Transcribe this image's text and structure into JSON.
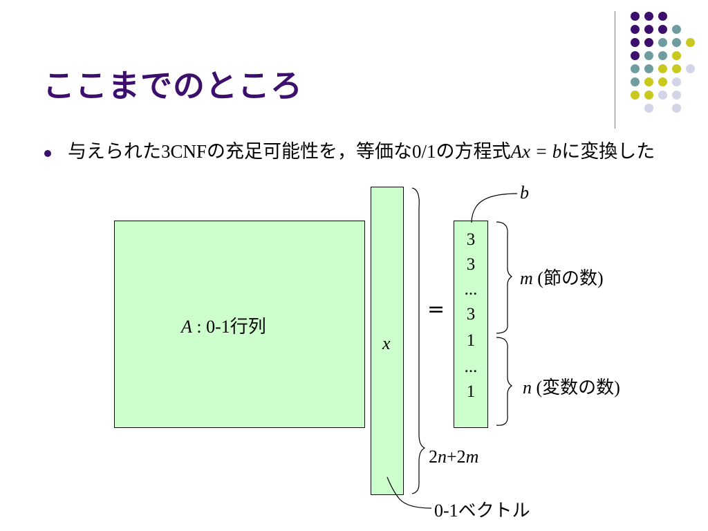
{
  "slide": {
    "title": "ここまでのところ",
    "bullet_prefix": "与えられた",
    "bullet_3cnf": "3CNF",
    "bullet_mid": "の充足可能性を，等価な",
    "bullet_01": "0/1",
    "bullet_eq_pre": "の方程式",
    "bullet_eq": "Ax = b",
    "bullet_suffix": "に変換した"
  },
  "diagram": {
    "matrix_var": "A",
    "matrix_rest": " : 0-1",
    "matrix_jp": "行列",
    "x_label": "x",
    "equals": "=",
    "b_label": "b",
    "b_values": [
      "3",
      "3",
      "...",
      "3",
      "1",
      "...",
      "1"
    ],
    "m_var": "m",
    "m_open": " (",
    "m_jp": "節の数",
    "m_close": ")",
    "n_var": "n",
    "n_open": " (",
    "n_jp": "変数の数",
    "n_close": ")",
    "size_2": "2",
    "size_n": "n",
    "size_plus": "+2",
    "size_m": "m",
    "vec_num": "0-1",
    "vec_jp": "ベクトル"
  },
  "colors": {
    "title": "#3b0f6b",
    "box_fill": "#ccffcc",
    "dot_purple": "#3b0f6b",
    "dot_teal": "#6f9c9e",
    "dot_yellow": "#c8c81e",
    "dot_lavender": "#d4d4e8"
  }
}
